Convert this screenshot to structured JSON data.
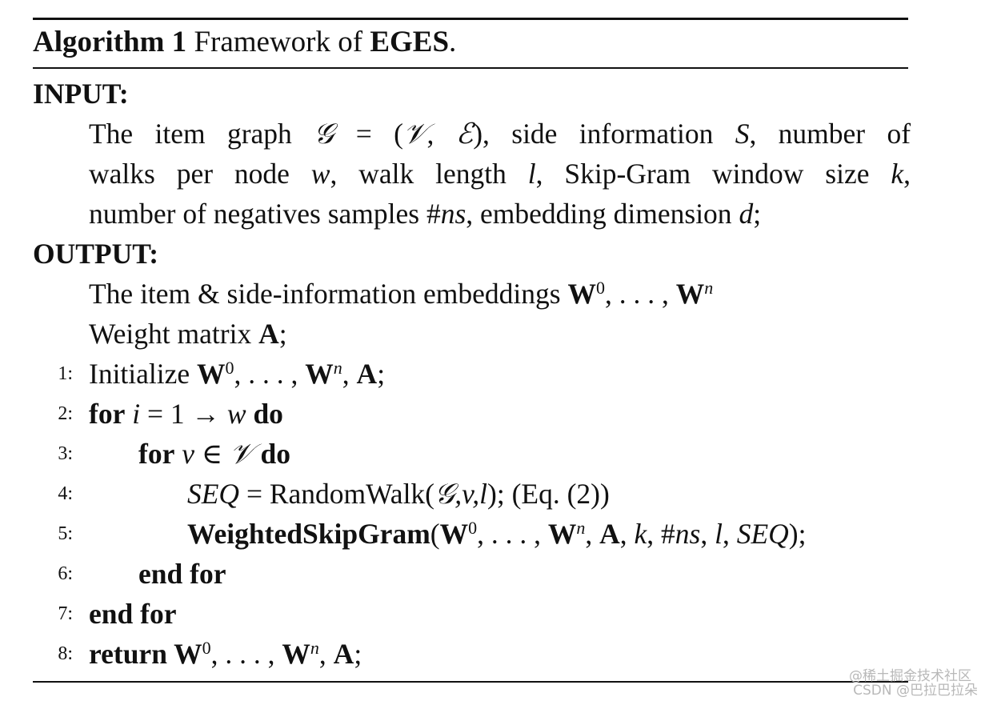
{
  "algorithm": {
    "label": "Algorithm 1",
    "title_prefix": "Framework of",
    "title_name": "EGES",
    "title_end": "."
  },
  "input": {
    "header": "INPUT:",
    "lines": [
      [
        "The item graph ",
        "𝒢",
        " = (",
        "𝒱",
        ", ",
        "ℰ",
        "), side information ",
        "S",
        ", number of"
      ],
      [
        "walks per node ",
        "w",
        ", walk length ",
        "l",
        ", Skip-Gram window size ",
        "k",
        ","
      ],
      [
        "number of negatives samples #",
        "ns",
        ", embedding dimension ",
        "d",
        ";"
      ]
    ]
  },
  "output": {
    "header": "OUTPUT:",
    "line1_text": "The item & side-information embeddings ",
    "line2_text": "Weight matrix ",
    "line2_bold": "A",
    "line2_end": ";"
  },
  "math": {
    "W": "W",
    "sup0": "0",
    "supn": "n",
    "dots": ", . . . , ",
    "A": "A"
  },
  "steps": [
    {
      "num": "1:",
      "kw": "Initialize "
    },
    {
      "num": "2:",
      "kw": "for",
      "var": "i",
      "mid": " = 1 → ",
      "var2": "w",
      "kw2": "do"
    },
    {
      "num": "3:",
      "kw": "for",
      "var": "v",
      "mid": " ∈ ",
      "set": "𝒱",
      "kw2": "do"
    },
    {
      "num": "4:",
      "seq": "SEQ",
      "mid": " = RandomWalk(",
      "g": "𝒢",
      "args": ",v,l",
      "end": "); (Eq. (2))"
    },
    {
      "num": "5:",
      "fn": "WeightedSkipGram",
      "end": ");"
    },
    {
      "num": "6:",
      "kw": "end for"
    },
    {
      "num": "7:",
      "kw": "end for"
    },
    {
      "num": "8:",
      "kw": "return "
    }
  ],
  "step5_args": [
    ", ",
    "A",
    ", ",
    "k",
    ", #",
    "ns",
    ", ",
    "l",
    ", ",
    "SEQ"
  ],
  "watermark": {
    "line1": "@稀土掘金技术社区",
    "line2": "CSDN @巴拉巴拉朵"
  }
}
